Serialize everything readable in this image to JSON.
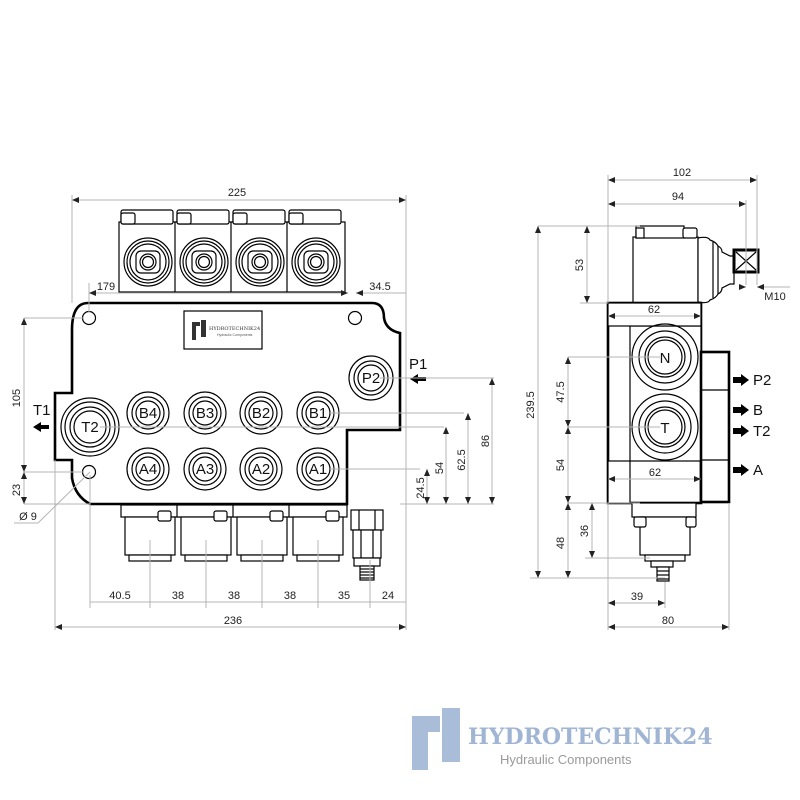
{
  "drawing": {
    "brand": "HYDROTECHNIK24",
    "brand_sub": "Hydraulic Components",
    "front_view": {
      "ports": {
        "pressure_inner": "P2",
        "tank": "T2",
        "b_ports": [
          "B4",
          "B3",
          "B2",
          "B1"
        ],
        "a_ports": [
          "A4",
          "A3",
          "A2",
          "A1"
        ]
      },
      "side_labels": {
        "inlet": "P1",
        "outlet": "T1"
      },
      "dimensions": {
        "overall_top": "225",
        "left_offset": "179",
        "right_offset": "34.5",
        "height_holes": "105",
        "hole_bottom": "23",
        "hole_diameter": "Ø 9",
        "a_row": "24.5",
        "b_row": "54",
        "t_row": "62.5",
        "p_row": "86",
        "spacing": [
          "40.5",
          "38",
          "38",
          "38",
          "35",
          "24"
        ],
        "overall_bottom": "236"
      }
    },
    "side_view": {
      "spool_labels": [
        "N",
        "T"
      ],
      "port_labels": [
        "P2",
        "B",
        "T2",
        "A"
      ],
      "dimensions": {
        "overall_width": "102",
        "to_connector": "94",
        "solenoid_height": "53",
        "total_height": "239.5",
        "n_spacing": "47.5",
        "t_spacing": "54",
        "bottom_48": "48",
        "bottom_36": "36",
        "body_width_top": "62",
        "body_width_bottom": "62",
        "thread": "M10",
        "offset_39": "39",
        "width_80": "80"
      }
    }
  }
}
